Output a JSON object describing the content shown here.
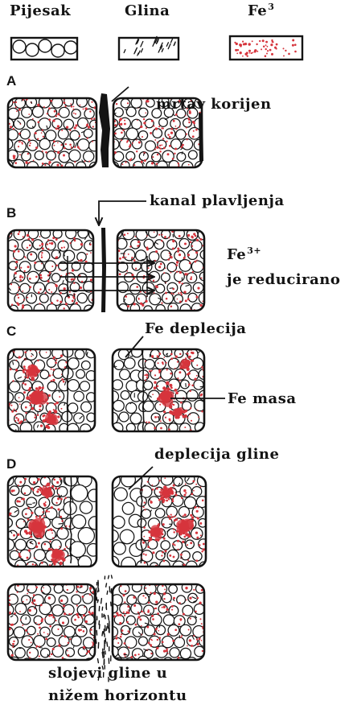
{
  "legend": {
    "sand": "Pijesak",
    "clay": "Glina",
    "iron": "Fe",
    "iron_sup": "3"
  },
  "panel_a": {
    "letter": "A",
    "root_label": "mrtav korijen"
  },
  "panel_b": {
    "letter": "B",
    "channel_label": "kanal plavljenja",
    "reduced_symbol": "Fe",
    "reduced_sup": "3+",
    "reduced_text": "je reducirano"
  },
  "panel_c": {
    "letter": "C",
    "depletion_label": "Fe deplecija",
    "mass_label": "Fe masa"
  },
  "panel_d": {
    "letter": "D",
    "depletion_label": "deplecija gline"
  },
  "panel_e": {
    "label_line1": "slojevi gline u",
    "label_line2": "nižem horizontu"
  },
  "colors": {
    "iron": "#d6343c",
    "ink": "#141414",
    "paper": "#ffffff"
  }
}
